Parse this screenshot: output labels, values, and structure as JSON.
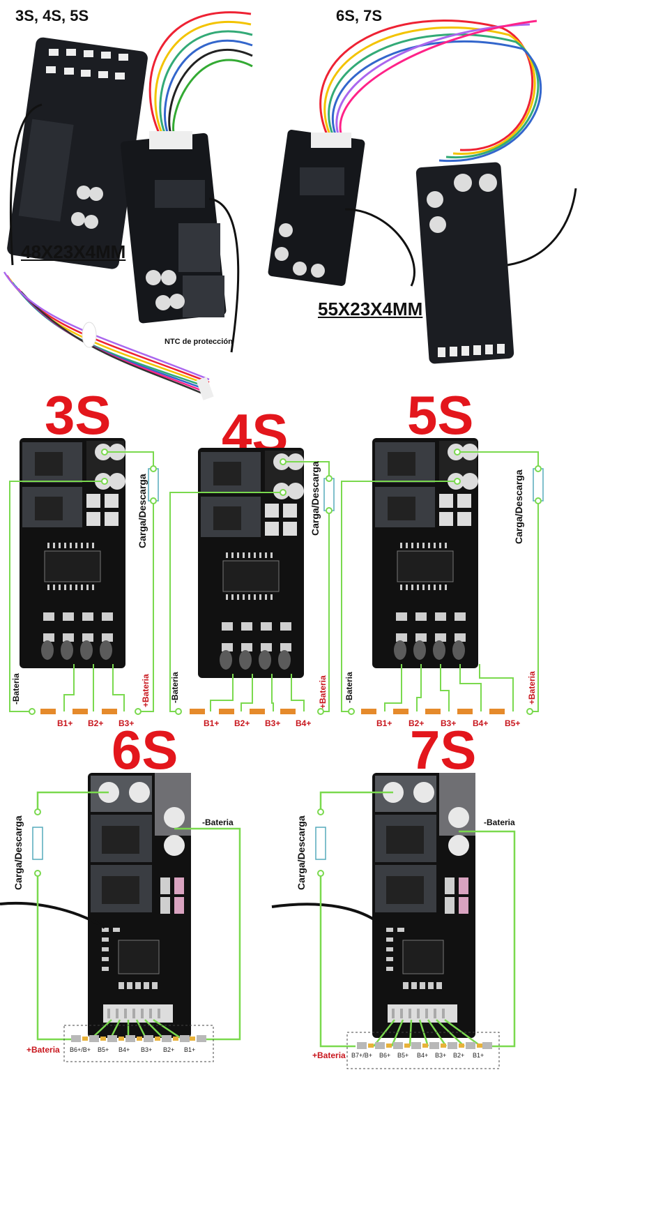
{
  "top": {
    "left_header": "3S, 4S, 5S",
    "right_header": "6S, 7S",
    "left_dimensions": "48X23X4MM",
    "right_dimensions": "55X23X4MM",
    "ntc_label": "NTC de protección"
  },
  "diagrams_row1": [
    {
      "title": "3S",
      "neg": "-Bateria",
      "pos": "+Bateria",
      "load": "Carga/Descarga",
      "taps": [
        "B1+",
        "B2+",
        "B3+"
      ]
    },
    {
      "title": "4S",
      "neg": "-Bateria",
      "pos": "+Bateria",
      "load": "Carga/Descarga",
      "taps": [
        "B1+",
        "B2+",
        "B3+",
        "B4+"
      ]
    },
    {
      "title": "5S",
      "neg": "-Bateria",
      "pos": "+Bateria",
      "load": "Carga/Descarga",
      "taps": [
        "B1+",
        "B2+",
        "B3+",
        "B4+",
        "B5+"
      ]
    }
  ],
  "diagrams_row2": [
    {
      "title": "6S",
      "neg": "-Bateria",
      "pos": "+Bateria",
      "load": "Carga/Descarga",
      "taps": [
        "B6+/B+",
        "B5+",
        "B4+",
        "B3+",
        "B2+",
        "B1+"
      ]
    },
    {
      "title": "7S",
      "neg": "-Bateria",
      "pos": "+Bateria",
      "load": "Carga/Descarga",
      "taps": [
        "B7+/B+",
        "B6+",
        "B5+",
        "B4+",
        "B3+",
        "B2+",
        "B1+"
      ]
    }
  ],
  "colors": {
    "wire": "#7ad94e",
    "title": "#e3161c",
    "cell": "#e58a2b",
    "board": "#111111"
  }
}
